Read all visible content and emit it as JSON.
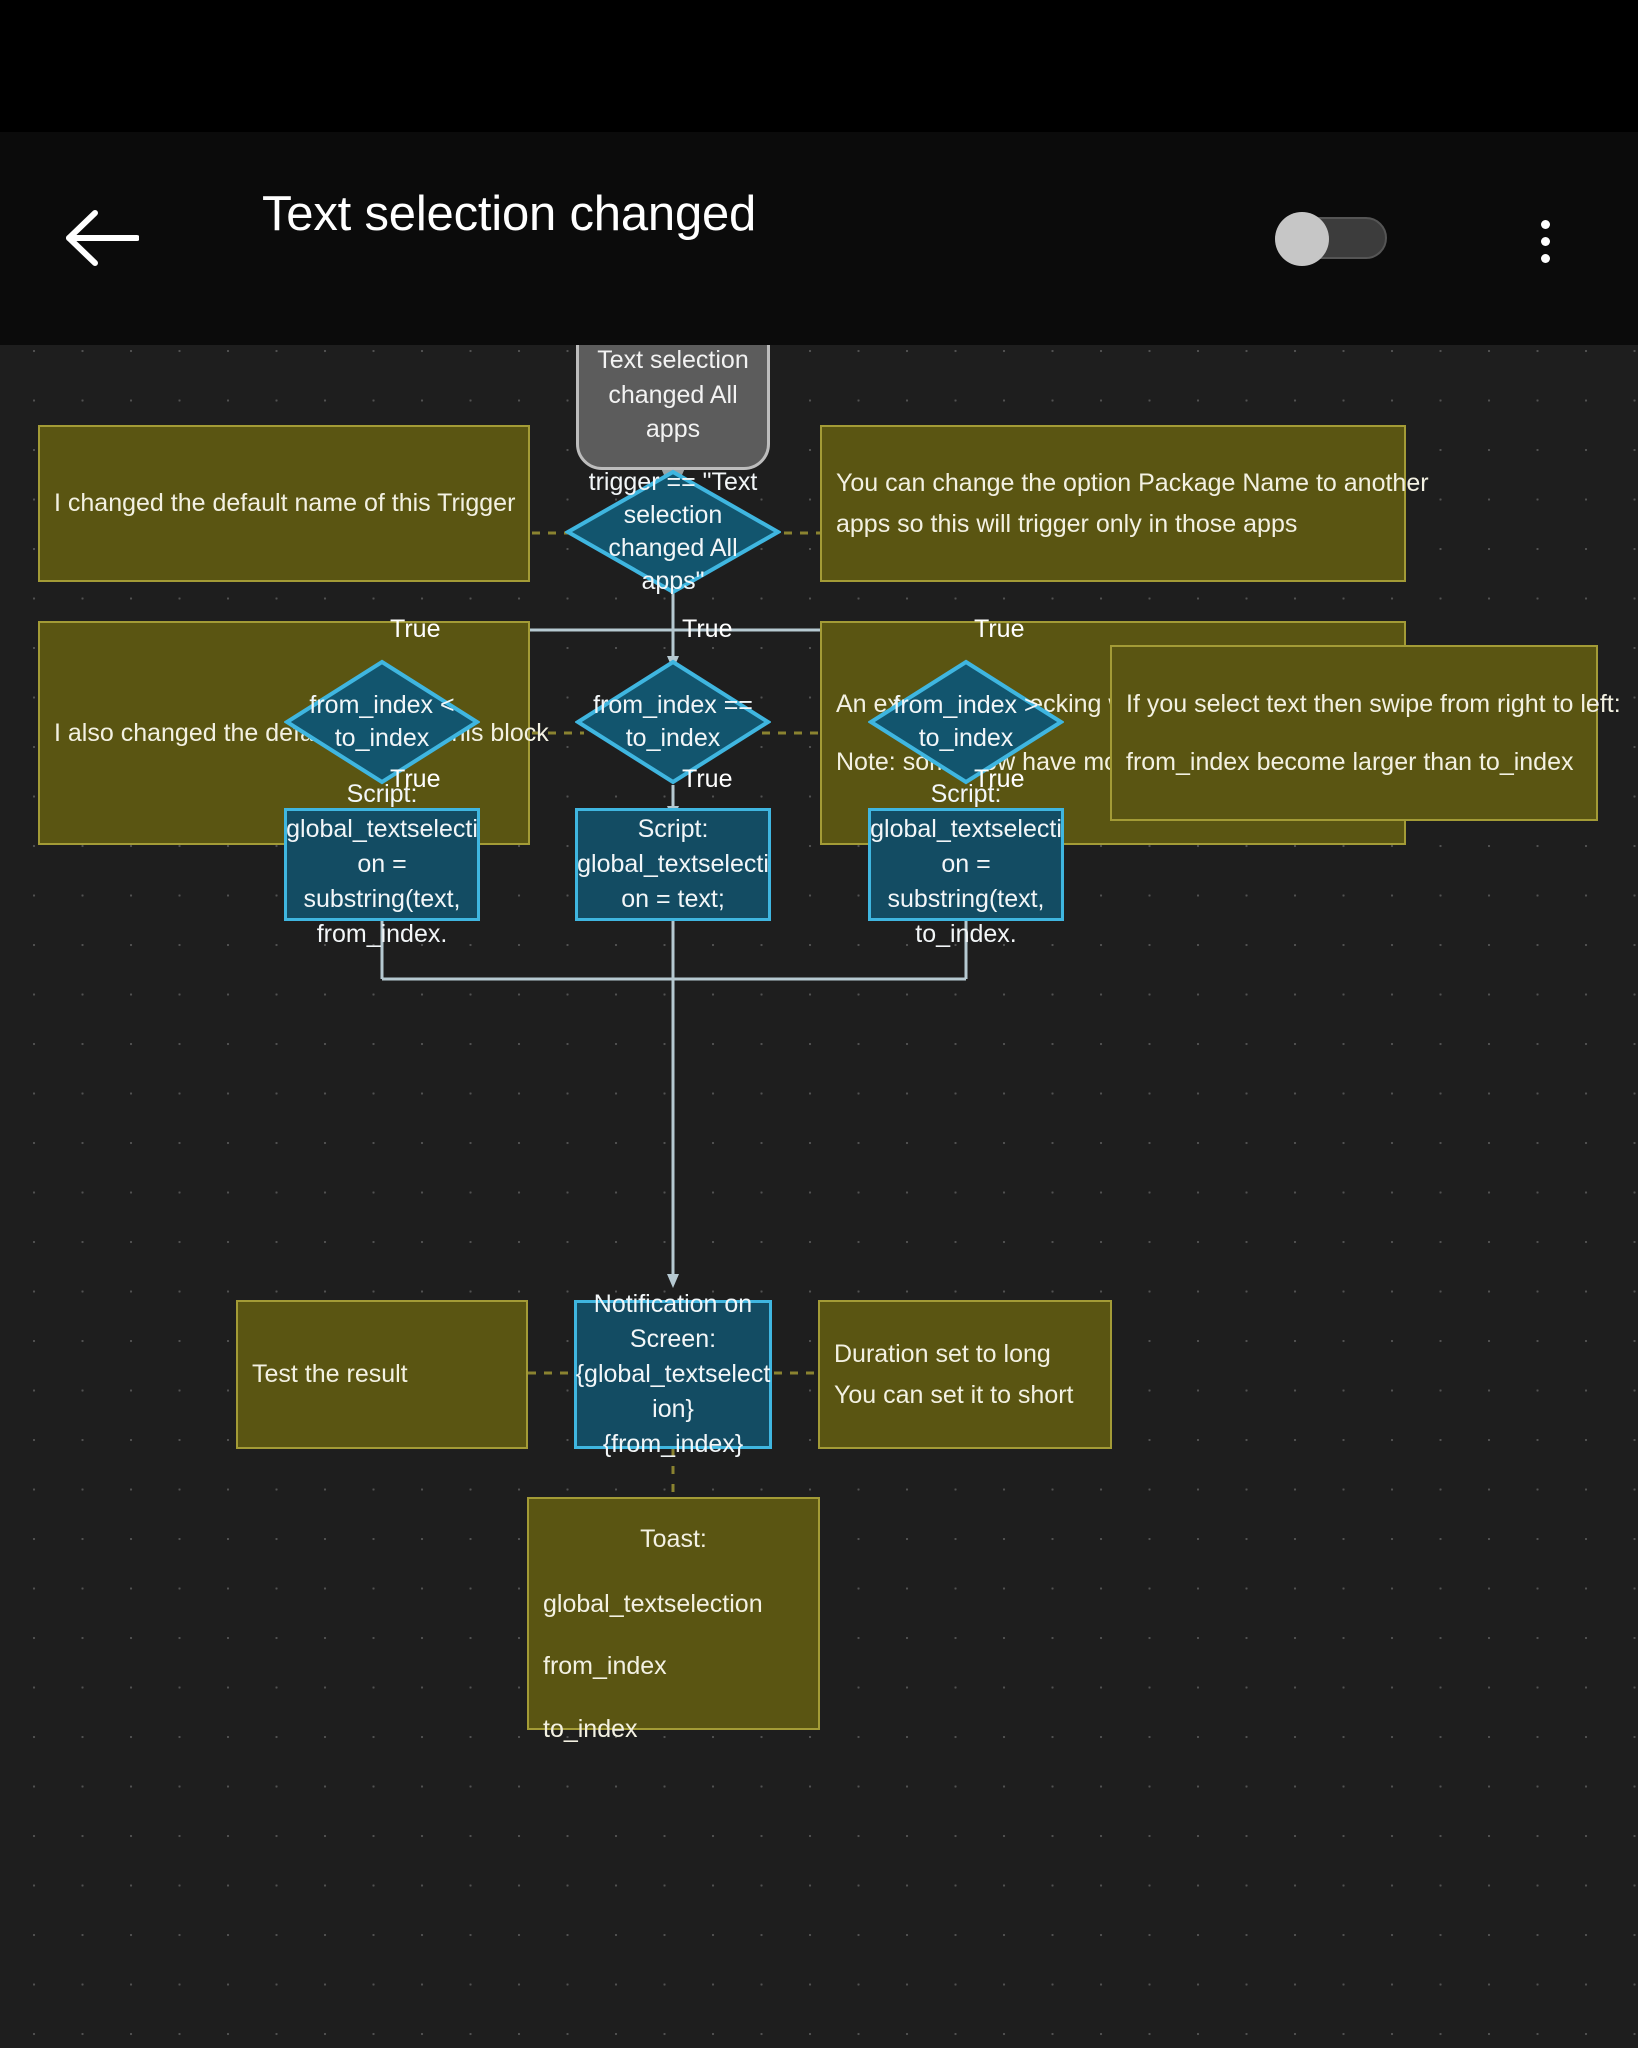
{
  "app": {
    "title": "Text selection changed",
    "back_icon": "arrow-left-icon",
    "overflow_icon": "more-vertical-icon",
    "toggle_state": "off"
  },
  "colors": {
    "canvas_bg": "#1e1e1e",
    "appbar_bg": "#0b0b0b",
    "note_fill": "#5a5512",
    "note_border": "#a39b36",
    "trigger_fill": "#5c5c5c",
    "trigger_border": "#bdbdbd",
    "action_fill": "#134c63",
    "action_border": "#3fb6e0",
    "edge_stroke": "#b6c9d1",
    "dashed_edge": "#8a8330"
  },
  "flow": {
    "trigger": {
      "line1": "Text selection",
      "line2": "changed All apps"
    },
    "decision_main": {
      "line1": "trigger == \"Text",
      "line2": "selection",
      "line3": "changed All",
      "line4": "apps\""
    },
    "decisions": [
      {
        "line1": "from_index <",
        "line2": "to_index"
      },
      {
        "line1": "from_index ==",
        "line2": "to_index"
      },
      {
        "line1": "from_index >",
        "line2": "to_index"
      }
    ],
    "scripts": [
      {
        "l1": "Script:",
        "l2": "global_textselecti",
        "l3": "on =",
        "l4": "substring(text,",
        "l5": "from_index."
      },
      {
        "l1": "Script:",
        "l2": "global_textselecti",
        "l3": "on = text;",
        "l4": "",
        "l5": ""
      },
      {
        "l1": "Script:",
        "l2": "global_textselecti",
        "l3": "on =",
        "l4": "substring(text,",
        "l5": "to_index."
      }
    ],
    "notification": {
      "l1": "Notification on",
      "l2": "Screen:",
      "l3": "{global_textselect",
      "l4": "ion}",
      "l5": "{from_index}"
    },
    "toast": {
      "l1": "Toast:",
      "l2": "global_textselection",
      "l3": "from_index",
      "l4": "to_index"
    },
    "edge_labels": {
      "true": "True"
    }
  },
  "notes": {
    "note_trigger_name": {
      "line1": "I changed the default name of this Trigger"
    },
    "note_package": {
      "line1": "You can change the option Package Name to another",
      "line2": "apps so this will trigger only in those apps"
    },
    "note_block_name": {
      "line1": "I also changed the default name of this block"
    },
    "note_example": {
      "line1": "An example of checking which Trigger trigged the flow",
      "line2": "Note: some flow have more than one Triggers"
    },
    "note_swipe": {
      "line1": "If you select text then swipe from right to left:",
      "line2": "from_index become larger than to_index"
    },
    "note_test": {
      "line1": "Test the result"
    },
    "note_duration": {
      "line1": "Duration set to long",
      "line2": "You can set it to short"
    }
  }
}
